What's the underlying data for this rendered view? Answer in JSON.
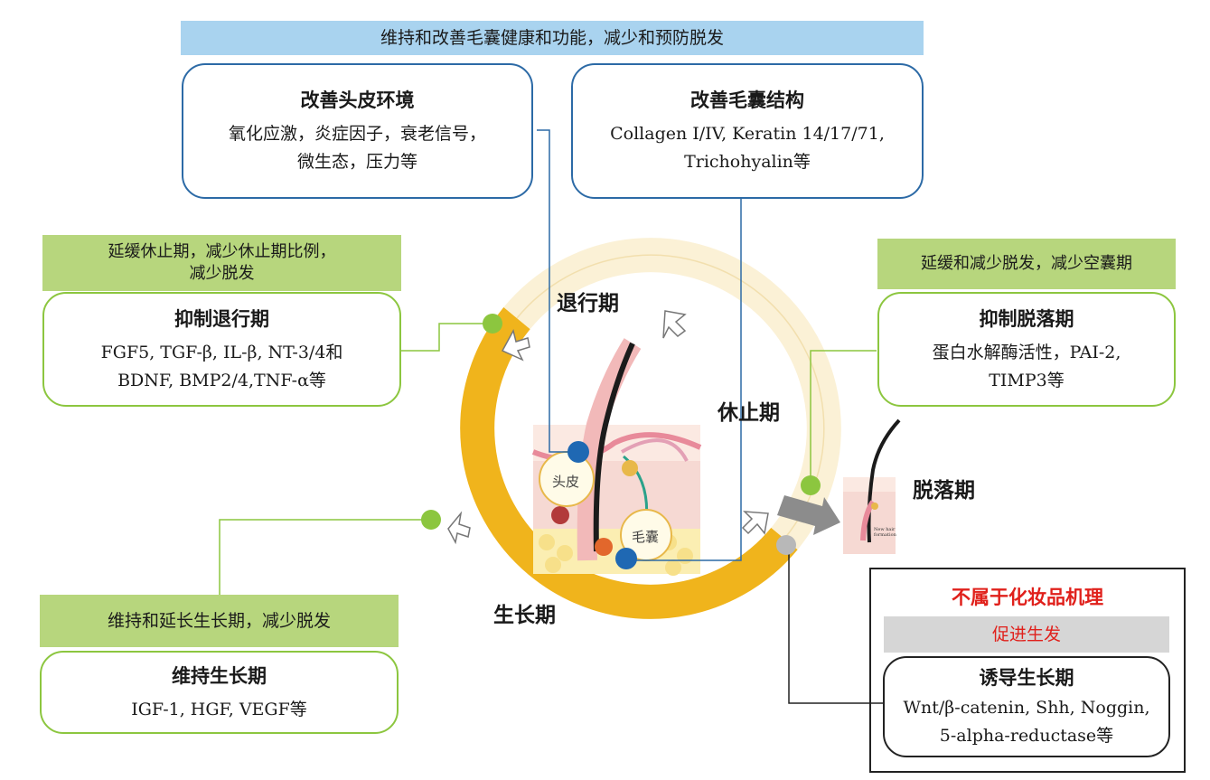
{
  "top_banner": "维持和改善毛囊健康和功能，减少和预防脱发",
  "scalp_box": {
    "title": "改善头皮环境",
    "lines": [
      "氧化应激，炎症因子，衰老信号，",
      "微生态，压力等"
    ]
  },
  "follicle_box": {
    "title": "改善毛囊结构",
    "lines": [
      "Collagen I/IV, Keratin 14/17/71,",
      "Trichohyalin等"
    ]
  },
  "catagen": {
    "banner_lines": [
      "延缓休止期，减少休止期比例，",
      "减少脱发"
    ],
    "title": "抑制退行期",
    "lines": [
      "FGF5, TGF-β, IL-β, NT-3/4和",
      "BDNF, BMP2/4,TNF-α等"
    ]
  },
  "exogen": {
    "banner": "延缓和减少脱发，减少空囊期",
    "title": "抑制脱落期",
    "lines": [
      "蛋白水解酶活性，PAI-2,",
      "TIMP3等"
    ]
  },
  "anagen": {
    "banner": "维持和延长生长期，减少脱发",
    "title": "维持生长期",
    "lines": [
      "IGF-1, HGF, VEGF等"
    ]
  },
  "non_cosmetic": {
    "heading": "不属于化妆品机理",
    "banner": "促进生发",
    "title": "诱导生长期",
    "lines": [
      "Wnt/β-catenin, Shh, Noggin,",
      "5-alpha-reductase等"
    ]
  },
  "phases": {
    "catagen": "退行期",
    "telogen": "休止期",
    "exogen": "脱落期",
    "anagen": "生长期"
  },
  "illustration": {
    "scalp_label": "头皮",
    "follicle_label": "毛囊",
    "new_hair_label": "New hair formation"
  },
  "colors": {
    "blue_banner": "#a9d3ef",
    "green_banner": "#b7d67d",
    "blue_border": "#2c6aa6",
    "green_border": "#8cc63f",
    "ring_gold": "#f0b41c",
    "ring_pale": "#fbf1d6",
    "red_text": "#e0201b"
  }
}
